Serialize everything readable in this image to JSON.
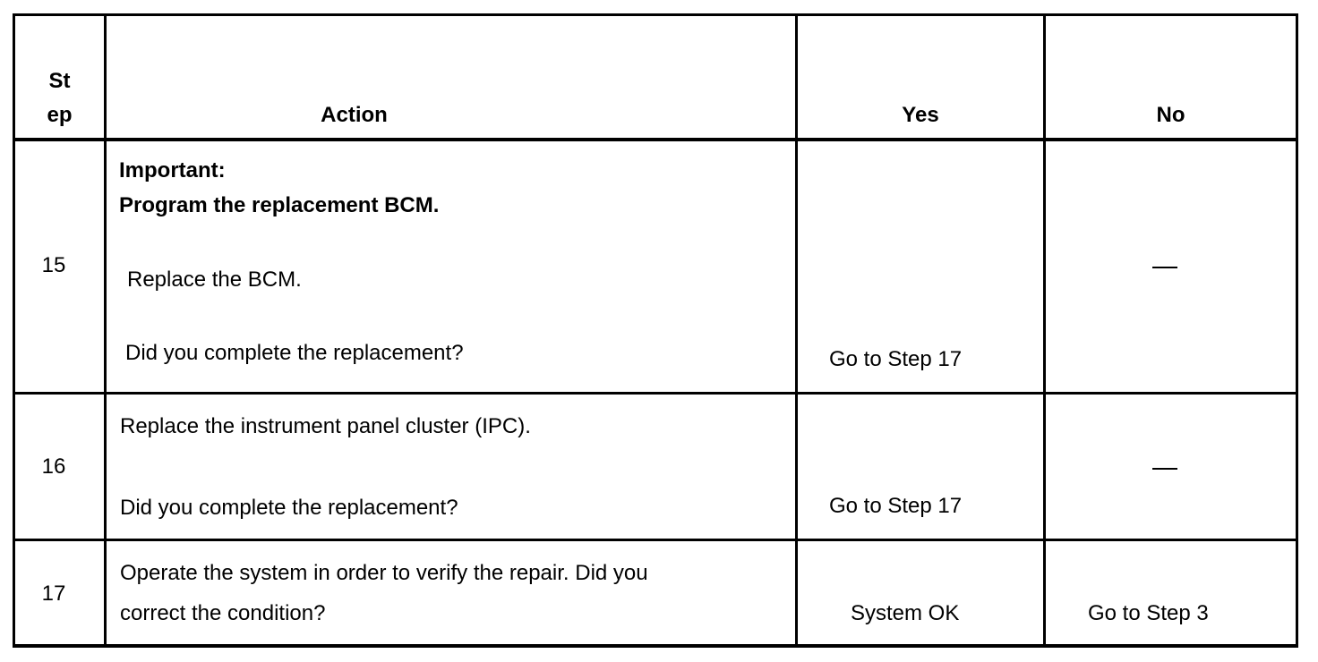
{
  "header": {
    "step_line1": "St",
    "step_line2": "ep",
    "action": "Action",
    "yes": "Yes",
    "no": "No"
  },
  "rows": [
    {
      "step": "15",
      "action_important": "Important:",
      "action_important_text": "Program the replacement BCM.",
      "action_line1": "Replace the BCM.",
      "action_question": "Did you complete the replacement?",
      "yes": "Go to Step 17",
      "no": "—"
    },
    {
      "step": "16",
      "action_line1": "Replace the instrument panel cluster (IPC).",
      "action_question": "Did you complete the replacement?",
      "yes": "Go to Step 17",
      "no": "—"
    },
    {
      "step": "17",
      "action_line1": "Operate the system in order to verify the repair. Did you",
      "action_line2": "correct the condition?",
      "yes": "System OK",
      "no": "Go to Step 3"
    }
  ]
}
